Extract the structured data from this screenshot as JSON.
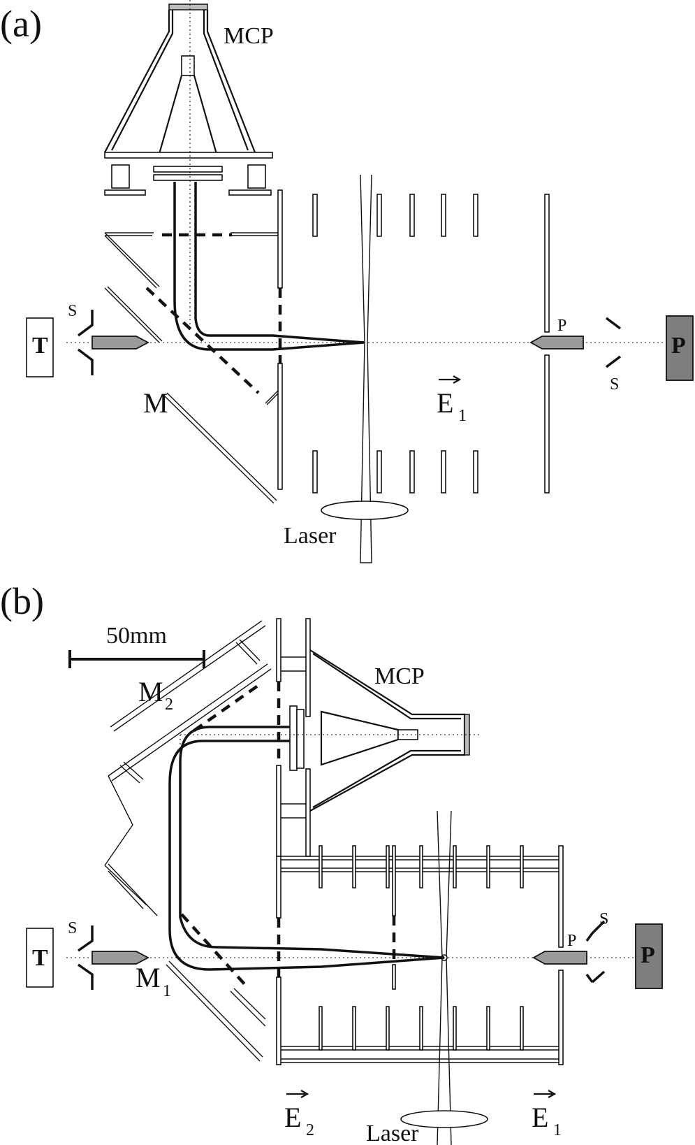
{
  "panels": [
    {
      "label": "(a)",
      "labels": {
        "mcp": "MCP",
        "target_box": "T",
        "skimmer_left": "S",
        "mirror": "M",
        "field": "E",
        "field_sub": "1",
        "pusher": "P",
        "pusher_box": "P",
        "skimmer_right": "S",
        "laser": "Laser"
      }
    },
    {
      "label": "(b)",
      "scale_bar": "50mm",
      "labels": {
        "mcp": "MCP",
        "mirror_top": "M",
        "mirror_top_sub": "2",
        "mirror_bottom": "M",
        "mirror_bottom_sub": "1",
        "target_box": "T",
        "skimmer_left": "S",
        "pusher": "P",
        "skimmer_right": "S",
        "pusher_box": "P",
        "field_left": "E",
        "field_left_sub": "2",
        "field_right": "E",
        "field_right_sub": "1",
        "laser": "Laser"
      }
    }
  ]
}
